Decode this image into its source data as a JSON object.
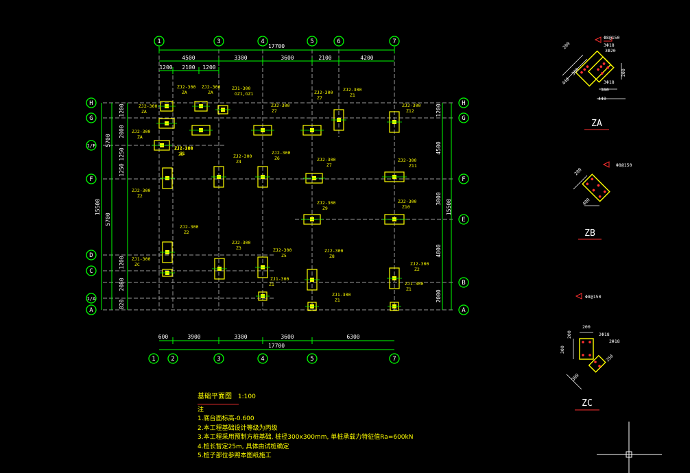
{
  "drawing": {
    "colors": {
      "background": "#000000",
      "grid": "#00ff00",
      "column": "#ffff00",
      "axis_bubble": "#00ff00",
      "label_text": "#ffff00",
      "detail_red": "#ff3030",
      "white": "#ffffff"
    },
    "top_axes": [
      "1",
      "3",
      "4",
      "5",
      "6",
      "7"
    ],
    "bottom_axes": [
      "1",
      "2",
      "3",
      "4",
      "5",
      "7"
    ],
    "left_axes": [
      "H",
      "G",
      "1/F",
      "F",
      "D",
      "C",
      "1/A",
      "A"
    ],
    "right_axes": [
      "H",
      "G",
      "F",
      "E",
      "B",
      "A"
    ],
    "top_total": "17700",
    "top_dims_1": [
      "4500",
      "3300",
      "3600",
      "2100",
      "4200"
    ],
    "top_dims_2": [
      "1200",
      "2100",
      "1200"
    ],
    "bottom_dims": [
      "600",
      "3900",
      "3300",
      "3600",
      "6300"
    ],
    "bottom_total": "17700",
    "left_total": "15500",
    "left_dims_outer": [
      "5700",
      "5700"
    ],
    "left_dims_inner": [
      "1200",
      "2000",
      "1250",
      "1250",
      "1200",
      "2080",
      "820"
    ],
    "right_total": "15500",
    "right_dims": [
      "1200",
      "4500",
      "3000",
      "4800",
      "2000"
    ],
    "foundation_labels": [
      "ZJ2-300",
      "ZA",
      "ZJ2-300",
      "ZA",
      "ZJ1-300",
      "GZ1,GZ1",
      "ZJ2-300",
      "Z7",
      "ZJ2-300",
      "Z7",
      "ZJ2-300",
      "Z1",
      "ZJ2-300",
      "Z12",
      "ZJ2-300",
      "ZA",
      "ZJ2-300",
      "ZA",
      "ZJ2-300",
      "Z1",
      "ZJ1-300",
      "ZB",
      "ZJ2-300",
      "Z4",
      "ZJ2-300",
      "Z6",
      "ZJ2-300",
      "Z7",
      "ZJ2-300",
      "Z11",
      "ZJ2-300",
      "Z2",
      "ZJ2-300",
      "Z9",
      "ZJ2-300",
      "Z10",
      "ZJ2-300",
      "Z2",
      "ZJ2-300",
      "Z3",
      "ZJ2-300",
      "Z5",
      "ZJ2-300",
      "Z8",
      "ZJ2-300",
      "Z2",
      "ZJ1-300",
      "ZC",
      "ZJ1-300",
      "Z1",
      "ZJ1-300",
      "Z1",
      "ZJ1-300",
      "Z1"
    ],
    "details": [
      {
        "name": "ZA",
        "dims": [
          "200",
          "360",
          "440",
          "200",
          "360",
          "440",
          "3Φ18",
          "3Φ20",
          "3Φ18",
          "Φ8@150"
        ]
      },
      {
        "name": "ZB",
        "dims": [
          "200",
          "400",
          "Φ8@150"
        ]
      },
      {
        "name": "ZC",
        "dims": [
          "200",
          "200",
          "300",
          "300",
          "250",
          "2Φ18",
          "2Φ18",
          "Φ8@150"
        ]
      }
    ]
  },
  "notes": {
    "title": "基础平面图",
    "scale": "1:100",
    "label": "注",
    "items": [
      "1.底台面标高-0.600",
      "2.本工程基础设计等级为丙级",
      "3.本工程采用预制方桩基础, 桩径300x300mm,  单桩承载力特征值Ra=600kN",
      "4.桩长暂定25m, 具体由试桩确定",
      "5.桩子部位参照本图纸施工"
    ]
  }
}
